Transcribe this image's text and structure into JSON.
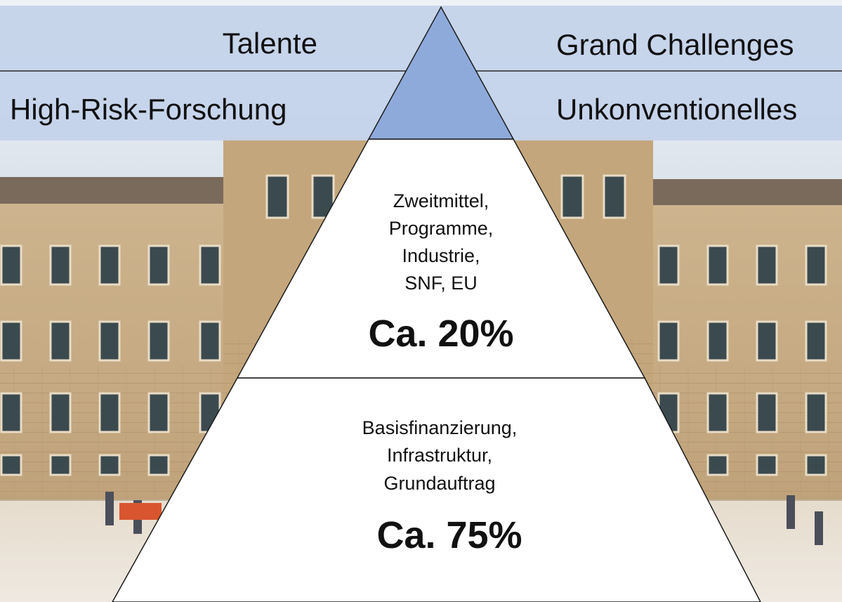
{
  "banner": {
    "left_top": "Talente",
    "right_top": "Grand Challenges",
    "left_bottom": "High-Risk-Forschung",
    "right_bottom": "Unkonventionelles"
  },
  "pyramid": {
    "middle": {
      "lines": [
        "Zweitmittel,",
        "Programme,",
        "Industrie,",
        "SNF, EU"
      ],
      "share": "Ca. 20%"
    },
    "bottom": {
      "lines": [
        "Basisfinanzierung,",
        "Infrastruktur,",
        "Grundauftrag"
      ],
      "share": "Ca. 75%"
    }
  },
  "colors": {
    "banner": "#c5d3ea",
    "apex": "#8eaadb",
    "building": "#c9ae86",
    "sky": "#dfe6ef",
    "ground": "#e7ddd1"
  }
}
